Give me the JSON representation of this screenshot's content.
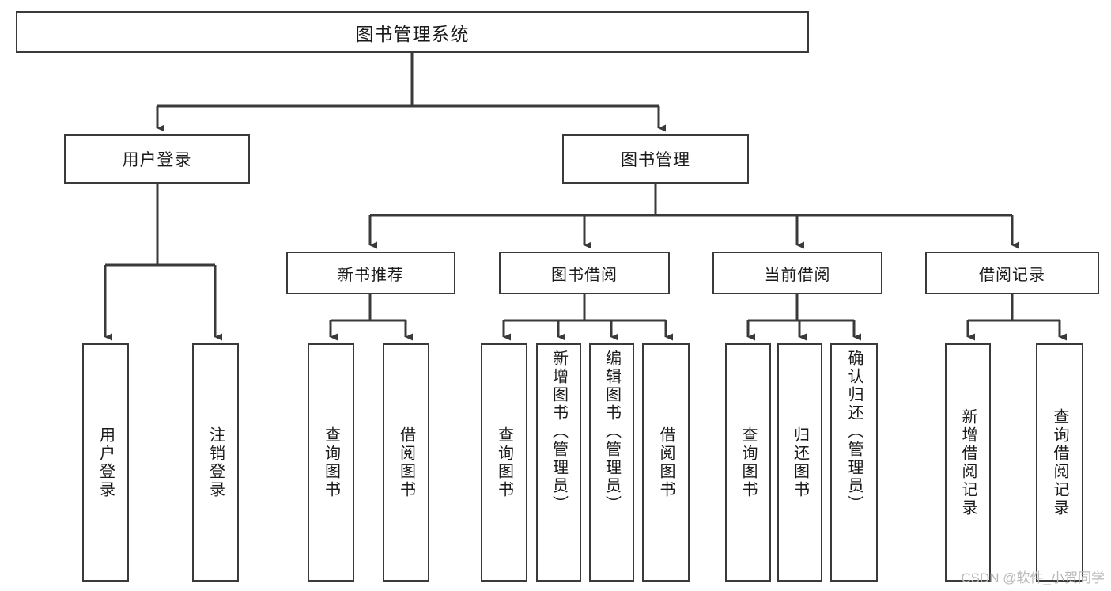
{
  "diagram": {
    "title": "图书管理系统",
    "type": "tree-hierarchy",
    "watermark": "CSDN @软件_小贺同学",
    "colors": {
      "stroke": "#3a3a3a",
      "fill": "#ffffff",
      "text": "#1a1a1a",
      "watermark": "#b9b9b9"
    }
  },
  "nodes": {
    "root": {
      "label": "图书管理系统"
    },
    "level2": [
      {
        "id": "user-login",
        "label": "用户登录"
      },
      {
        "id": "book-manage",
        "label": "图书管理"
      }
    ],
    "level3": [
      {
        "id": "new-book-rec",
        "label": "新书推荐"
      },
      {
        "id": "book-borrow",
        "label": "图书借阅"
      },
      {
        "id": "current-borrow",
        "label": "当前借阅"
      },
      {
        "id": "borrow-record",
        "label": "借阅记录"
      }
    ],
    "leaves": [
      {
        "id": "leaf-user-login",
        "label": "用户登录"
      },
      {
        "id": "leaf-logout",
        "label": "注销登录"
      },
      {
        "id": "leaf-query-book-1",
        "label": "查询图书"
      },
      {
        "id": "leaf-borrow-book-1",
        "label": "借阅图书"
      },
      {
        "id": "leaf-query-book-2",
        "label": "查询图书"
      },
      {
        "id": "leaf-add-book",
        "label": "新增图书（管理员）"
      },
      {
        "id": "leaf-edit-book",
        "label": "编辑图书（管理员）"
      },
      {
        "id": "leaf-borrow-book-2",
        "label": "借阅图书"
      },
      {
        "id": "leaf-query-book-3",
        "label": "查询图书"
      },
      {
        "id": "leaf-return-book",
        "label": "归还图书"
      },
      {
        "id": "leaf-confirm-return",
        "label": "确认归还（管理员）"
      },
      {
        "id": "leaf-add-record",
        "label": "新增借阅记录"
      },
      {
        "id": "leaf-query-record",
        "label": "查询借阅记录"
      }
    ]
  }
}
